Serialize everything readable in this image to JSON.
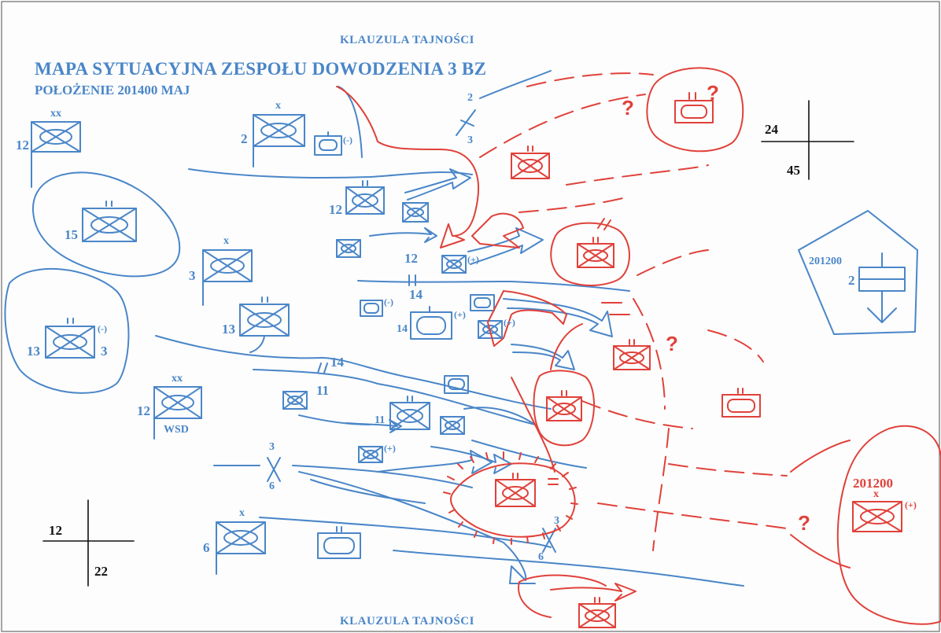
{
  "header": {
    "classification_top": "KLAUZULA TAJNOŚCI",
    "title": "MAPA SYTUACYJNA ZESPOŁU DOWODZENIA 3 BZ",
    "subtitle": "POŁOŻENIE 201400 MAJ"
  },
  "footer": {
    "classification_bottom": "KLAUZULA TAJNOŚCI"
  },
  "colors": {
    "friendly": "#4a86c8",
    "enemy": "#e0413a",
    "grid": "#111111"
  },
  "grid_refs": {
    "top_right": {
      "horizontal": "24",
      "vertical": "45"
    },
    "bottom_left": {
      "horizontal": "12",
      "vertical": "22"
    }
  },
  "friendly_units": {
    "div12_top": {
      "designation": "12",
      "echelon": "xx"
    },
    "bde2": {
      "designation": "2",
      "echelon": "x",
      "detachment": "(-)"
    },
    "unit15": {
      "designation": "15"
    },
    "bde3": {
      "designation": "3",
      "echelon": "x"
    },
    "unit13": {
      "designation": "13",
      "echelon": "ıı"
    },
    "unit13_3": {
      "designation": "13",
      "parent": "3",
      "reduced": "(-)"
    },
    "div12_wsd": {
      "designation": "12",
      "echelon": "xx",
      "subtitle": "WSD"
    },
    "bde6": {
      "designation": "6",
      "echelon": "x"
    },
    "unit12_center": {
      "designation": "12",
      "plus": "(+)",
      "label_below": "12"
    },
    "unit14_center": {
      "designation": "14",
      "minus": "(-)",
      "plus": "(+)",
      "plus2": "(+)",
      "label_above": "14"
    },
    "unit11": {
      "designation": "11",
      "label_left": "11",
      "plus": "(+)"
    }
  },
  "boundaries": {
    "top_upper": "2",
    "top_lower": "3",
    "center": "14",
    "left_upper": "3",
    "left_lower": "6",
    "bottom_upper": "3",
    "bottom_lower": "6"
  },
  "friendly_command_post": {
    "dtg": "201200",
    "designation": "2"
  },
  "enemy_units": {
    "main_body": {
      "dtg": "201200",
      "echelon": "x",
      "plus": "(+)"
    },
    "question_mark": "?"
  }
}
